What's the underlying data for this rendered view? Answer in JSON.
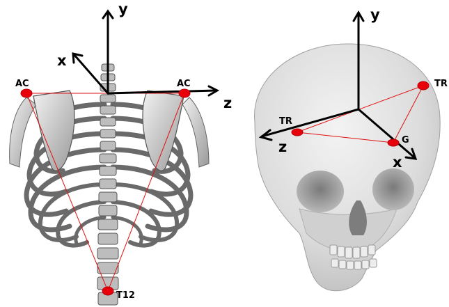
{
  "torso_figure": {
    "axes": {
      "y": "y",
      "x": "x",
      "z": "z"
    },
    "landmarks": {
      "ac_left": "AC",
      "ac_right": "AC",
      "t12": "T12"
    }
  },
  "skull_figure": {
    "axes": {
      "y": "y",
      "x": "x",
      "z": "z"
    },
    "landmarks": {
      "tr_left": "TR",
      "tr_right": "TR",
      "g": "G"
    }
  },
  "colors": {
    "landmark": "#e8000b",
    "reference_line": "#e01010",
    "axis": "#000000",
    "bone_light": "#e6e6e6",
    "bone_dark": "#5a5a5a"
  }
}
